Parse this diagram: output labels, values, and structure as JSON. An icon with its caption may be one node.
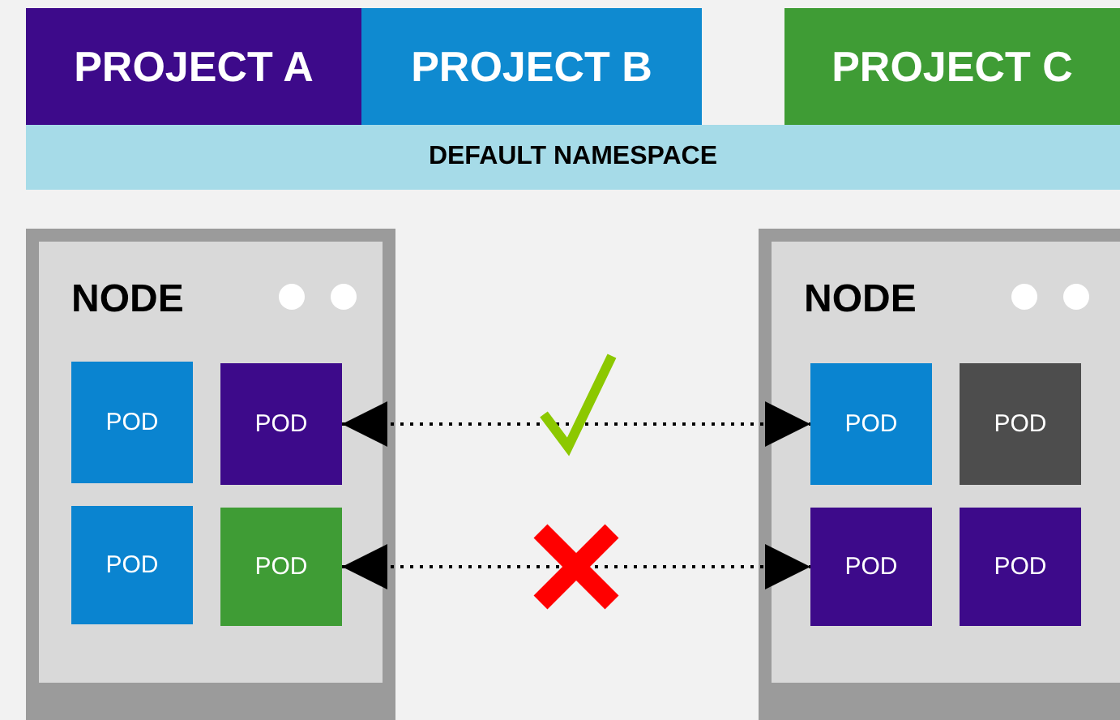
{
  "diagram": {
    "nodes": [
      {
        "text": [
          "PROJECT A"
        ]
      },
      {
        "text": [
          "PROJECT B"
        ]
      },
      {
        "text": [
          "PROJECT C"
        ]
      },
      {
        "text": [
          "DEFAULT NAMESPACE"
        ]
      },
      {
        "text": [
          "NODE"
        ]
      },
      {
        "text": [
          "POD"
        ],
        "in": 4
      },
      {
        "text": [
          "POD"
        ],
        "in": 4
      },
      {
        "text": [
          "POD"
        ],
        "in": 4
      },
      {
        "text": [
          "POD"
        ],
        "in": 4
      },
      {
        "text": [
          "NODE"
        ]
      },
      {
        "text": [
          "POD"
        ],
        "in": 9
      },
      {
        "text": [
          "POD"
        ],
        "in": 9
      },
      {
        "text": [
          "POD"
        ],
        "in": 9
      },
      {
        "text": [
          "POD"
        ],
        "in": 9
      }
    ],
    "edges": [
      {
        "from": 6,
        "to": 10,
        "arrow": "both",
        "style": "dashed"
      },
      {
        "from": 8,
        "to": 12,
        "arrow": "both",
        "style": "dashed"
      }
    ]
  }
}
